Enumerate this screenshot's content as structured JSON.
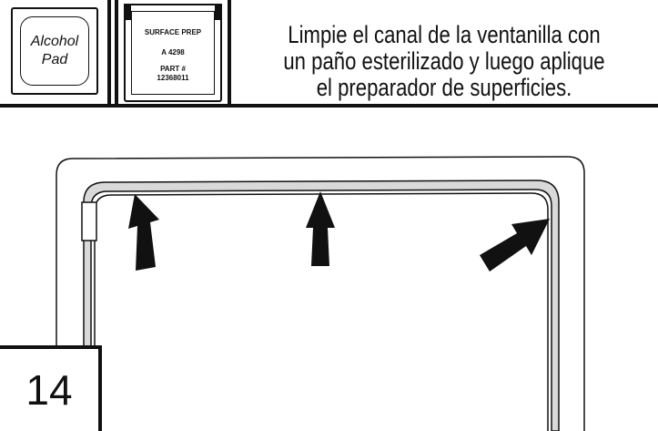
{
  "alcohol_pad": {
    "line1": "Alcohol",
    "line2": "Pad"
  },
  "surface_prep": {
    "title": "SURFACE PREP",
    "code": "A 4298",
    "part_label": "PART #",
    "part_number": "12368011"
  },
  "instruction": {
    "line1": "Limpie el canal de la ventanilla con",
    "line2": "un paño esterilizado y luego aplique",
    "line3": "el preparador de superficies."
  },
  "step_number": "14",
  "colors": {
    "ink": "#111111",
    "channel_fill": "#d9d9d9",
    "background": "#ffffff"
  }
}
